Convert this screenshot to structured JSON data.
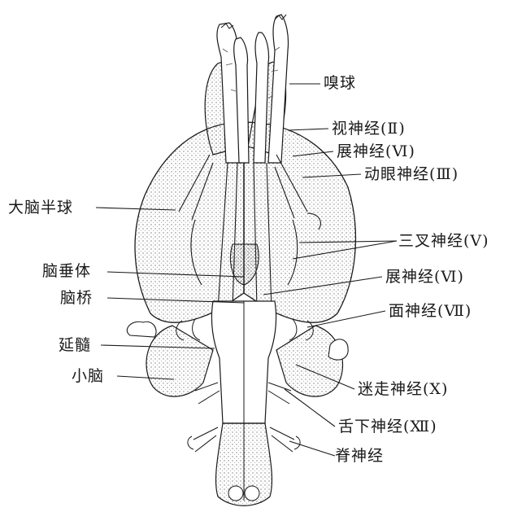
{
  "labels": {
    "olfactory_bulb": "嗅球",
    "optic_nerve": "视神经(Ⅱ)",
    "abducens_nerve_upper": "展神经(Ⅵ)",
    "oculomotor_nerve": "动眼神经(Ⅲ)",
    "cerebral_hemisphere": "大脑半球",
    "trigeminal_nerve": "三叉神经(Ⅴ)",
    "pituitary": "脑垂体",
    "abducens_nerve_lower": "展神经(Ⅵ)",
    "pons": "脑桥",
    "facial_nerve": "面神经(Ⅶ)",
    "medulla": "延髓",
    "cerebellum": "小脑",
    "vagus_nerve": "迷走神经(Ⅹ)",
    "hypoglossal_nerve": "舌下神经(Ⅻ)",
    "spinal_nerve": "脊神经"
  },
  "colors": {
    "ink": "#1a1a1a",
    "stipple": "#8a8a8a",
    "paper": "#ffffff"
  }
}
